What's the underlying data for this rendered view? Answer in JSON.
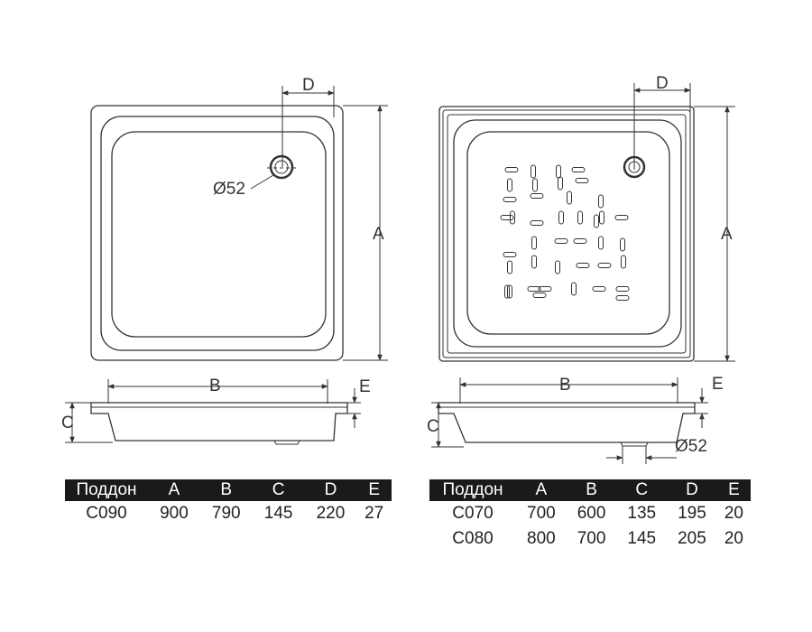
{
  "labels": {
    "dim_a": "A",
    "dim_b": "B",
    "dim_c": "C",
    "dim_d": "D",
    "dim_e": "E",
    "drain_diameter": "Ø52"
  },
  "icons": [
    "drain-hole-icon",
    "antislip-slot-icon"
  ],
  "colors": {
    "line": "#333333",
    "table_header_bg": "#1a1a1a",
    "table_header_text": "#ffffff"
  },
  "table_left": {
    "headers": [
      "Поддон",
      "A",
      "B",
      "C",
      "D",
      "E"
    ],
    "rows": [
      [
        "C090",
        "900",
        "790",
        "145",
        "220",
        "27"
      ]
    ]
  },
  "table_right": {
    "headers": [
      "Поддон",
      "A",
      "B",
      "C",
      "D",
      "E"
    ],
    "rows": [
      [
        "C070",
        "700",
        "600",
        "135",
        "195",
        "20"
      ],
      [
        "C080",
        "800",
        "700",
        "145",
        "205",
        "20"
      ]
    ]
  }
}
